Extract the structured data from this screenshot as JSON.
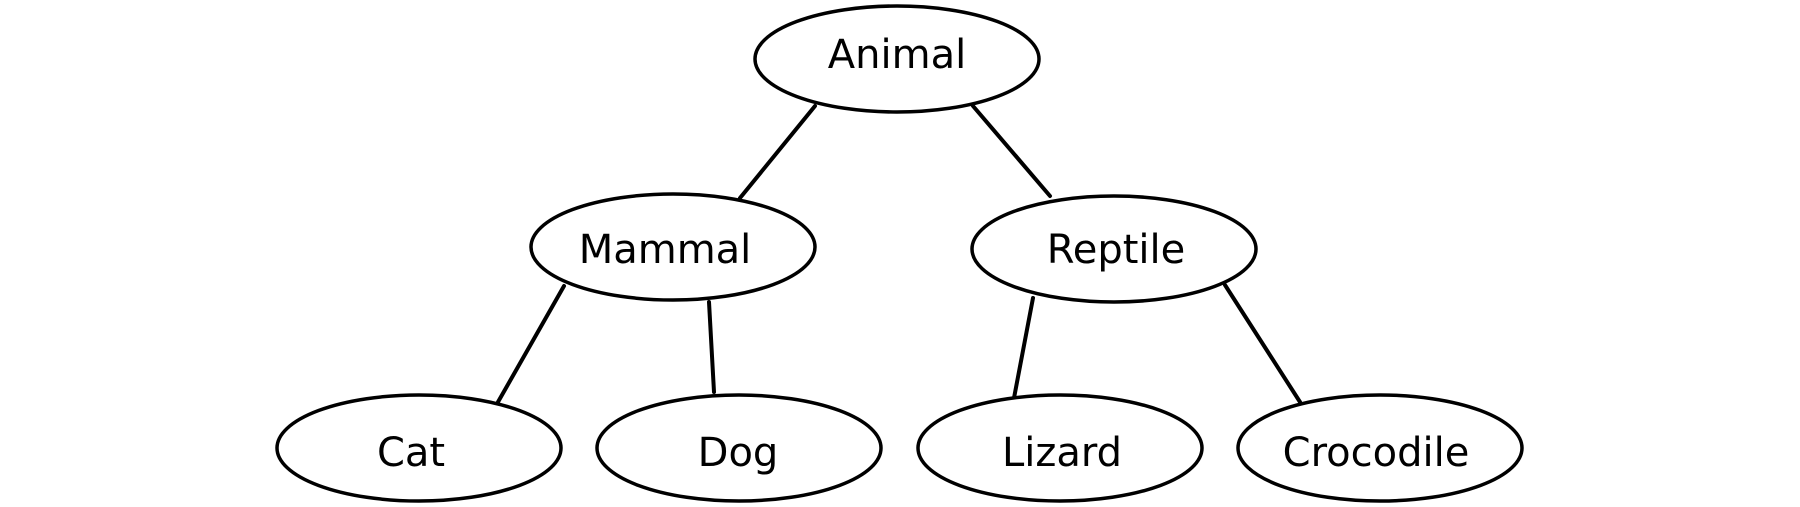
{
  "nodes": [
    {
      "id": "animal",
      "label": "Animal"
    },
    {
      "id": "mammal",
      "label": "Mammal"
    },
    {
      "id": "reptile",
      "label": "Reptile"
    },
    {
      "id": "cat",
      "label": "Cat"
    },
    {
      "id": "dog",
      "label": "Dog"
    },
    {
      "id": "lizard",
      "label": "Lizard"
    },
    {
      "id": "crocodile",
      "label": "Crocodile"
    }
  ],
  "edges": [
    {
      "from": "animal",
      "to": "mammal"
    },
    {
      "from": "animal",
      "to": "reptile"
    },
    {
      "from": "mammal",
      "to": "cat"
    },
    {
      "from": "mammal",
      "to": "dog"
    },
    {
      "from": "reptile",
      "to": "lizard"
    },
    {
      "from": "reptile",
      "to": "crocodile"
    }
  ]
}
